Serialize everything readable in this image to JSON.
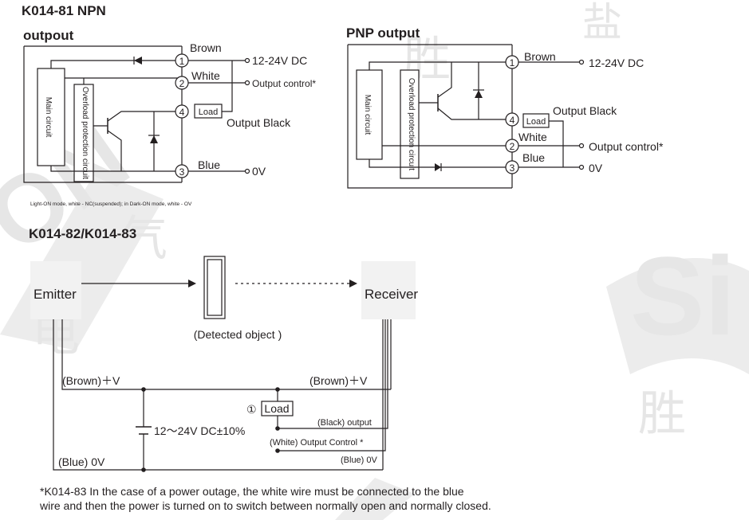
{
  "npn": {
    "model": "K014-81 NPN",
    "subtitle": "outpout",
    "main_circuit": "Main circuit",
    "overload_circuit": "Overload protection circuit",
    "brown": "Brown",
    "white": "White",
    "blue": "Blue",
    "supply": "12-24V DC",
    "output_control": "Output control*",
    "output_black": "Output Black",
    "zero_v": "0V",
    "load": "Load",
    "pin1": "1",
    "pin2": "2",
    "pin3": "3",
    "pin4": "4",
    "footnote": "Light-ON mode, white - NC(suspended); in Dark-ON mode, white - OV"
  },
  "pnp": {
    "title": "PNP output",
    "main_circuit": "Main circuit",
    "overload_circuit": "Overload protection circuit",
    "brown": "Brown",
    "white": "White",
    "blue": "Blue",
    "supply": "12-24V DC",
    "output_control": "Output control*",
    "output_black": "Output Black",
    "zero_v": "0V",
    "load": "Load",
    "pin1": "1",
    "pin2": "2",
    "pin3": "3",
    "pin4": "4"
  },
  "through_beam": {
    "title": "K014-82/K014-83",
    "emitter": "Emitter",
    "receiver": "Receiver",
    "detected_object": "(Detected object )",
    "brown_left": "(Brown)＋V",
    "brown_right": "(Brown)＋V",
    "supply": "12～24V DC±10%",
    "load_marker": "①",
    "load": "Load",
    "black_output": "(Black)  output",
    "white_control": "(White) Output Control *",
    "blue_right": "(Blue) 0V",
    "blue_left": "(Blue) 0V",
    "note_line1": "*K014-83 In the case of a power outage, the white wire must be connected to the blue",
    "note_line2": "wire and then the power is turned on to switch between normally open and normally closed."
  },
  "watermark": {
    "brand_left": "ON",
    "brand_right": "Si",
    "char1": "电",
    "char2": "气",
    "char3": "胜",
    "char4": "胜",
    "char5": "盐"
  },
  "colors": {
    "ink": "#231f20",
    "watermark": "#e8e8e8",
    "block_fill": "#f2f2f2"
  }
}
